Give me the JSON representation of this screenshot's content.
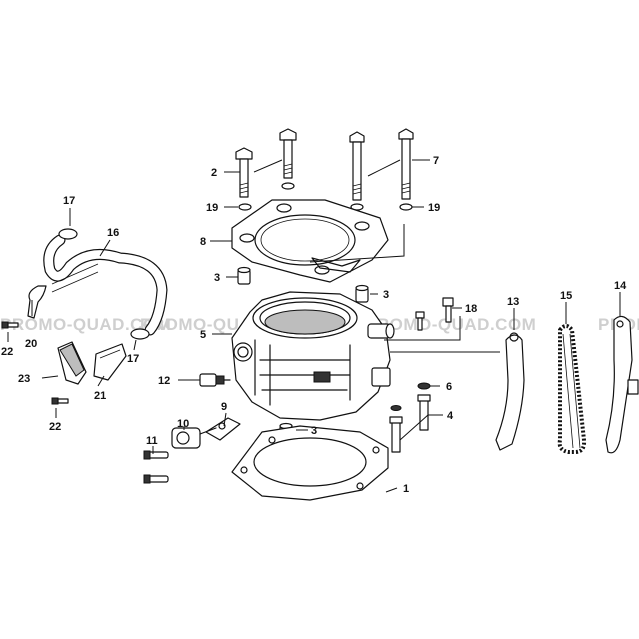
{
  "watermark": "PROMO-QUAD.COM",
  "labels": {
    "p1": "1",
    "p2": "2",
    "p3a": "3",
    "p3b": "3",
    "p3c": "3",
    "p4": "4",
    "p5": "5",
    "p6": "6",
    "p7": "7",
    "p8": "8",
    "p9": "9",
    "p10": "10",
    "p11": "11",
    "p12": "12",
    "p13": "13",
    "p14": "14",
    "p15": "15",
    "p16": "16",
    "p17a": "17",
    "p17b": "17",
    "p18": "18",
    "p19a": "19",
    "p19b": "19",
    "p20": "20",
    "p21": "21",
    "p22a": "22",
    "p22b": "22",
    "p23": "23"
  },
  "colors": {
    "line": "#111111",
    "watermark": "#cfcfcf",
    "shade": "#bdbdbd"
  }
}
